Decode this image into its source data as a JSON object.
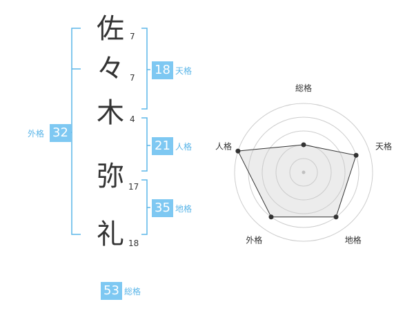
{
  "name": {
    "chars": [
      {
        "char": "佐",
        "strokes": "7"
      },
      {
        "char": "々",
        "strokes": "7"
      },
      {
        "char": "木",
        "strokes": "4"
      },
      {
        "char": "弥",
        "strokes": "17"
      },
      {
        "char": "礼",
        "strokes": "18"
      }
    ]
  },
  "scores": {
    "tenkaku": {
      "value": "18",
      "label": "天格"
    },
    "jinkaku": {
      "value": "21",
      "label": "人格"
    },
    "chikaku": {
      "value": "35",
      "label": "地格"
    },
    "gaikaku": {
      "value": "32",
      "label": "外格"
    },
    "soukaku": {
      "value": "53",
      "label": "総格"
    }
  },
  "colors": {
    "accent": "#7ec8f2",
    "bracket": "#5ab5e8",
    "label": "#5ab5e8"
  },
  "chart_data": {
    "type": "radar",
    "axes": [
      "総格",
      "天格",
      "地格",
      "外格",
      "人格"
    ],
    "max": 5,
    "values": [
      2,
      4,
      4,
      4,
      5
    ],
    "rings": 5
  }
}
